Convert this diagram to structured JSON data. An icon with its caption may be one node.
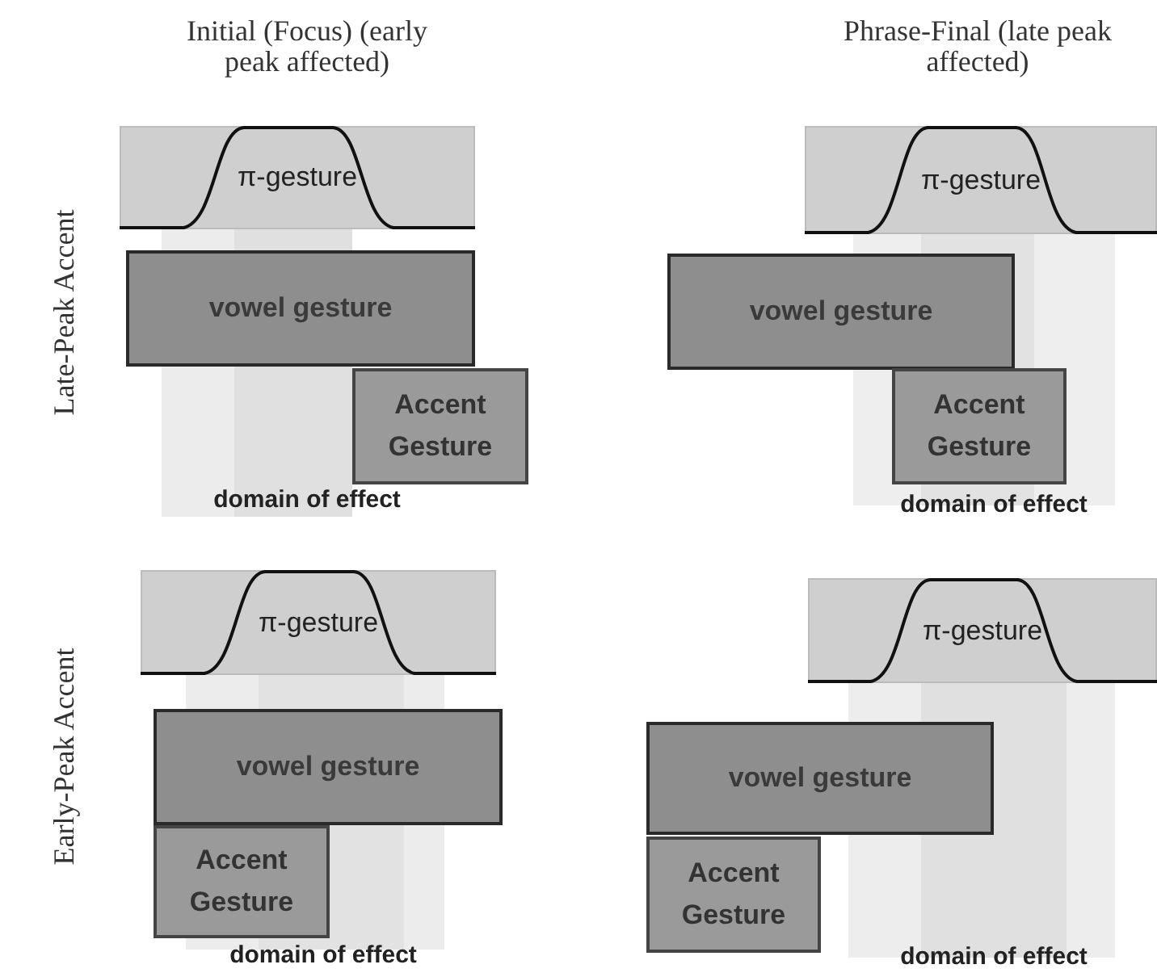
{
  "diagram": {
    "nodes": [
      {
        "text": [
          "π-gesture"
        ]
      },
      {
        "text": [
          "vowel gesture"
        ]
      },
      {
        "text": [
          "Accent Gesture"
        ]
      },
      {
        "text": [
          "π-gesture"
        ]
      },
      {
        "text": [
          "vowel gesture"
        ]
      },
      {
        "text": [
          "Accent Gesture"
        ]
      },
      {
        "text": [
          "π-gesture"
        ]
      },
      {
        "text": [
          "vowel gesture"
        ]
      },
      {
        "text": [
          "Accent Gesture"
        ]
      },
      {
        "text": [
          "π-gesture"
        ]
      },
      {
        "text": [
          "vowel gesture"
        ]
      },
      {
        "text": [
          "Accent Gesture"
        ]
      }
    ],
    "labels": [
      "Initial (Focus) (early peak affected)",
      "Phrase-Final (late peak affected)",
      "Late-Peak Accent",
      "domain of effect",
      "domain of effect",
      "Early-Peak Accent",
      "domain of effect",
      "domain of effect"
    ]
  }
}
